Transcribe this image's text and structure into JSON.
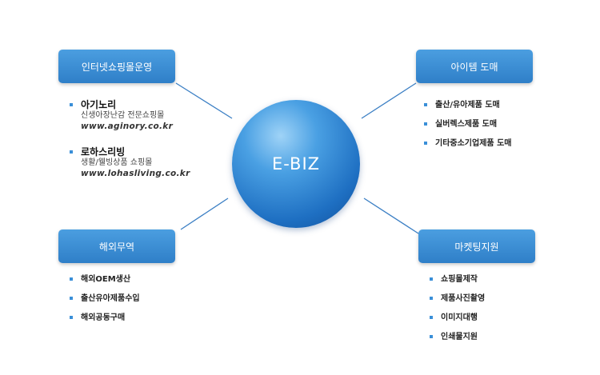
{
  "center": {
    "label": "E-BIZ"
  },
  "nodes": {
    "top_left": {
      "label": "인터넷쇼핑몰운영",
      "sites": [
        {
          "name": "아기노리",
          "desc": "신생아장난감 전문쇼핑몰",
          "url": "www.aginory.co.kr"
        },
        {
          "name": "로하스리빙",
          "desc": "생활/웰빙상품 쇼핑몰",
          "url": "www.lohasliving.co.kr"
        }
      ]
    },
    "top_right": {
      "label": "아이템 도매",
      "items": [
        "출산/유아제품 도매",
        "실버렉스제품 도매",
        "기타중소기업제품 도매"
      ]
    },
    "bottom_left": {
      "label": "해외무역",
      "items": [
        "해외OEM생산",
        "출산유아제품수입",
        "해외공동구매"
      ]
    },
    "bottom_right": {
      "label": "마켓팅지원",
      "items": [
        "쇼핑몰제작",
        "제품사진촬영",
        "이미지대행",
        "인쇄물지원"
      ]
    }
  },
  "colors": {
    "node": "#3a8fd8",
    "hub": "#1e6fc2",
    "connector": "#3b7fc4",
    "bullet": "#3a8fd8"
  }
}
